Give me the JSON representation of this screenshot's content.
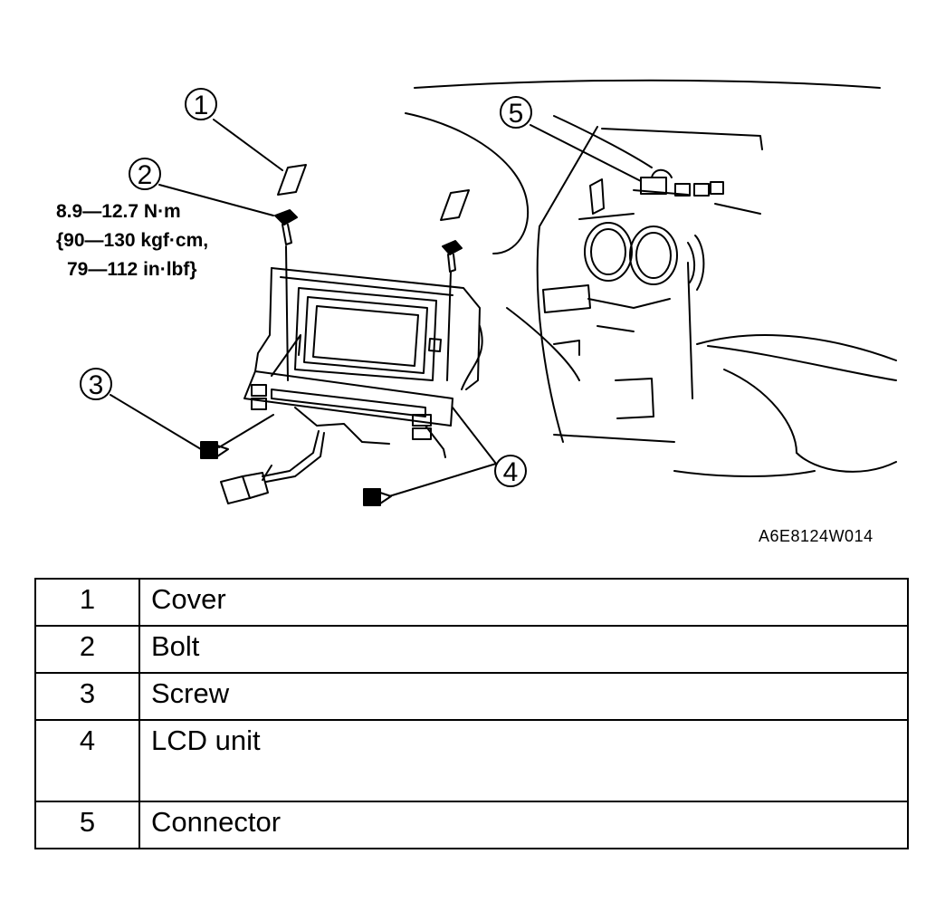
{
  "callouts": [
    "1",
    "2",
    "3",
    "4",
    "5"
  ],
  "torque_spec": [
    "8.9—12.7 N·m",
    "{90—130 kgf·cm,",
    "79—112 in·lbf}"
  ],
  "figure_code": "A6E8124W014",
  "legend": [
    {
      "number": "1",
      "name": "Cover"
    },
    {
      "number": "2",
      "name": "Bolt"
    },
    {
      "number": "3",
      "name": "Screw"
    },
    {
      "number": "4",
      "name": "LCD unit"
    },
    {
      "number": "5",
      "name": "Connector"
    }
  ]
}
